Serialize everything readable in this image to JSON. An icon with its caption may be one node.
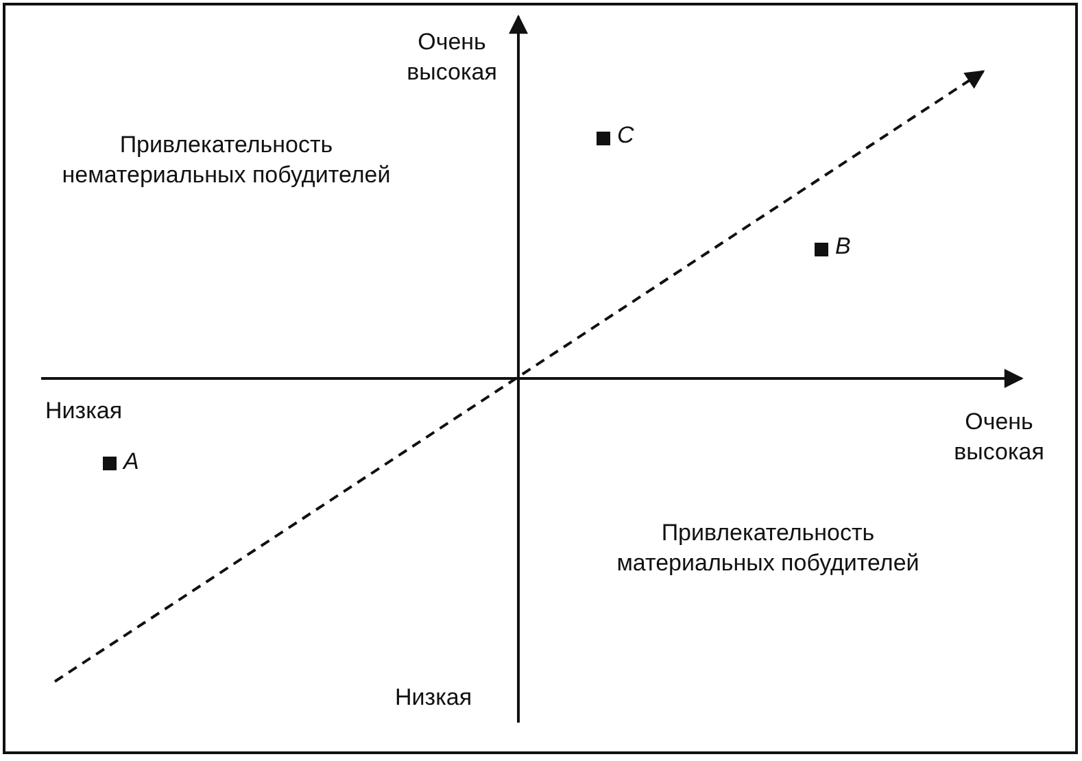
{
  "diagram": {
    "labels": [
      "Очень высокая",
      "Привлекательность нематериальных побудителей",
      "C",
      "B",
      "Низкая",
      "Очень высокая",
      "A",
      "Привлекательность материальных побудителей",
      "Низкая"
    ]
  }
}
